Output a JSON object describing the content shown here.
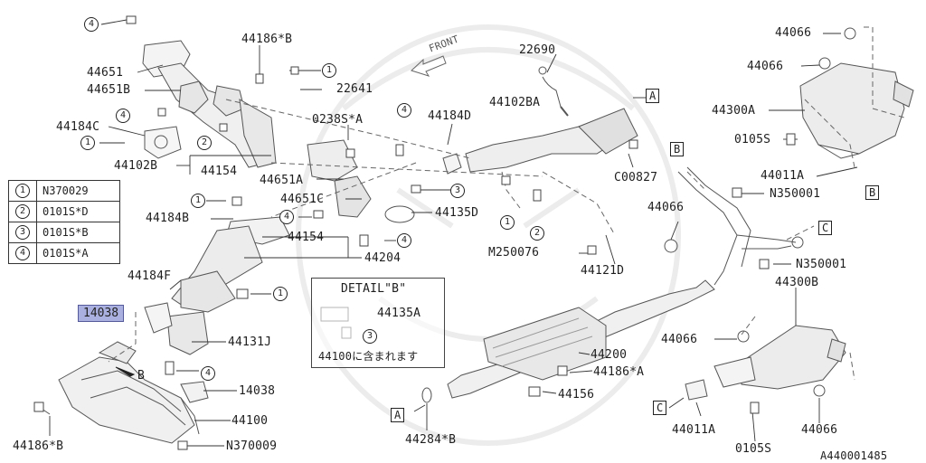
{
  "diagram": {
    "doc_number": "A440001485",
    "front_label": "FRONT",
    "highlighted_part": "14038",
    "legend": [
      {
        "num": "1",
        "code": "N370029"
      },
      {
        "num": "2",
        "code": "0101S*D"
      },
      {
        "num": "3",
        "code": "0101S*B"
      },
      {
        "num": "4",
        "code": "0101S*A"
      }
    ],
    "detail": {
      "title": "DETAIL\"B\"",
      "part": "44135A",
      "circle": "3",
      "note": "44100に含まれます"
    },
    "labels": {
      "p44186B_top": "44186*B",
      "p44651": "44651",
      "p44651B": "44651B",
      "p44184C": "44184C",
      "p44102B": "44102B",
      "p44154_top": "44154",
      "p22641": "22641",
      "p0238SA": "0238S*A",
      "p44184D": "44184D",
      "p44102BA": "44102BA",
      "p22690": "22690",
      "pC00827": "C00827",
      "p44651A": "44651A",
      "p44651C": "44651C",
      "p44135D": "44135D",
      "p44184B": "44184B",
      "p44154_mid": "44154",
      "p44204": "44204",
      "pM250076": "M250076",
      "p44121D": "44121D",
      "p44184F": "44184F",
      "p14038_mid": "14038",
      "p44131J": "44131J",
      "p14038_low": "14038",
      "p44100": "44100",
      "p44186B_low": "44186*B",
      "pN370009": "N370009",
      "pB_arrow": "B",
      "p44200": "44200",
      "p44186A": "44186*A",
      "p44156": "44156",
      "p44284B": "44284*B",
      "p44066_a": "44066",
      "p44066_b": "44066",
      "p44300A": "44300A",
      "p0105S_top": "0105S",
      "p44011A_top": "44011A",
      "pN350001_top": "N350001",
      "p44066_c": "44066",
      "pN350001_low": "N350001",
      "p44300B": "44300B",
      "p44066_d": "44066",
      "p44011A_low": "44011A",
      "p0105S_low": "0105S",
      "p44066_e": "44066"
    },
    "circles": {
      "c4_top": "4",
      "c1_a": "1",
      "c4_b": "4",
      "c1_b": "1",
      "c2_a": "2",
      "c4_c": "4",
      "c1_c": "1",
      "c3_a": "3",
      "c4_d": "4",
      "c1_d": "1",
      "c2_b": "2",
      "c4_e": "4",
      "c1_e": "1",
      "c4_f": "4"
    },
    "refs": {
      "A_top": "A",
      "B_top": "B",
      "B_mid": "B",
      "C_right": "C",
      "A_low": "A",
      "C_low": "C"
    }
  }
}
